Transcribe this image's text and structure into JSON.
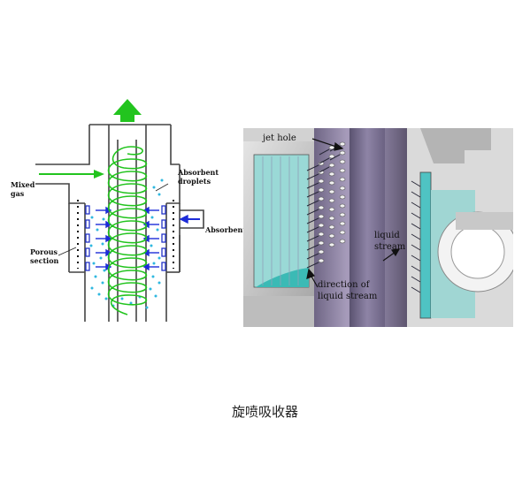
{
  "left_diagram": {
    "labels": {
      "mixed_gas_line1": "Mixed",
      "mixed_gas_line2": "gas",
      "absorbent_droplets_line1": "Absorbent",
      "absorbent_droplets_line2": "droplets",
      "absorbent": "Absorbent",
      "porous_line1": "Porous",
      "porous_line2": "section"
    },
    "colors": {
      "gas_flow": "#22c41e",
      "liquid_arrows": "#1d2cd8",
      "droplets": "#2fb8e0",
      "outline": "#444444"
    }
  },
  "right_render": {
    "labels": {
      "jet_hole": "jet hole",
      "liquid_stream_line1": "liquid",
      "liquid_stream_line2": "stream",
      "direction_line1": "direction of",
      "direction_line2": "liquid stream"
    },
    "colors": {
      "pipe": "#9a8fae",
      "teal": "#4fc3c3",
      "grey": "#c7c7c7"
    }
  },
  "caption": "旋喷吸收器"
}
